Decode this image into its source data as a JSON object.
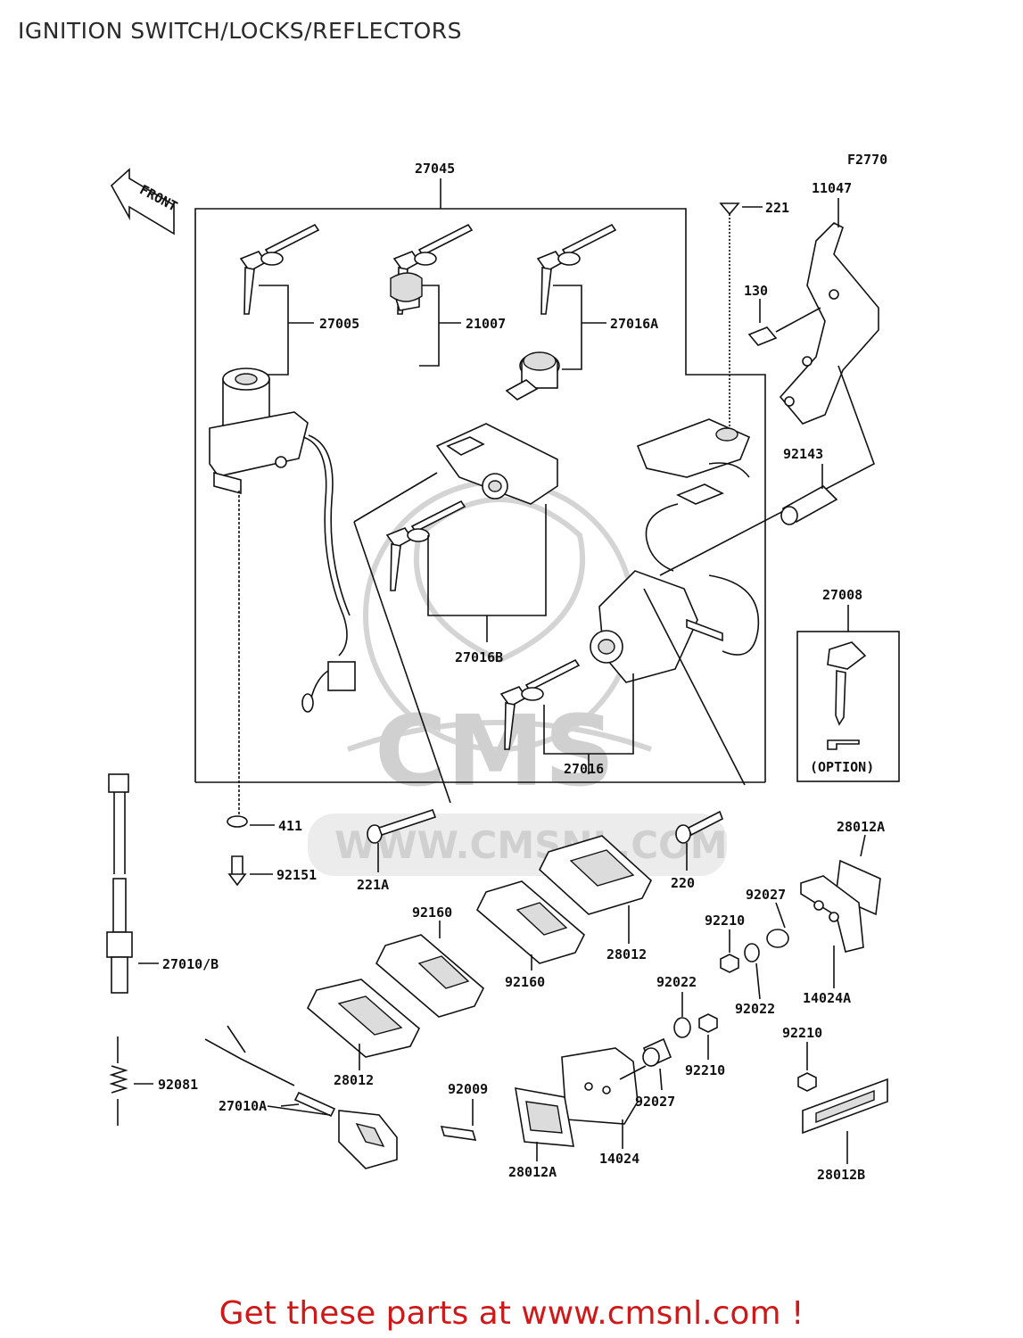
{
  "title": "IGNITION SWITCH/LOCKS/REFLECTORS",
  "figure_code": "F2770",
  "front_label": "FRONT",
  "option_label": "(OPTION)",
  "watermark": "WWW.CMSNL.COM",
  "watermark_logo": "CMS",
  "footer": "Get these parts at www.cmsnl.com !",
  "parts": {
    "p27045": "27045",
    "p27005": "27005",
    "p21007": "21007",
    "p27016A": "27016A",
    "p221": "221",
    "p11047": "11047",
    "p130": "130",
    "p92143": "92143",
    "p27008": "27008",
    "p27016B": "27016B",
    "p27016": "27016",
    "p411": "411",
    "p92151": "92151",
    "p221A": "221A",
    "p220": "220",
    "p28012A_top": "28012A",
    "p92027_top": "92027",
    "p92210_top": "92210",
    "p92160_a": "92160",
    "p28012_top": "28012",
    "p92160_b": "92160",
    "p27010B": "27010/B",
    "p92022_a": "92022",
    "p92022_b": "92022",
    "p14024A": "14024A",
    "p92210_mid": "92210",
    "p92210_low": "92210",
    "p28012_low": "28012",
    "p92081": "92081",
    "p92009": "92009",
    "p27010A": "27010A",
    "p92027_low": "92027",
    "p14024": "14024",
    "p28012A_low": "28012A",
    "p28012B": "28012B"
  }
}
